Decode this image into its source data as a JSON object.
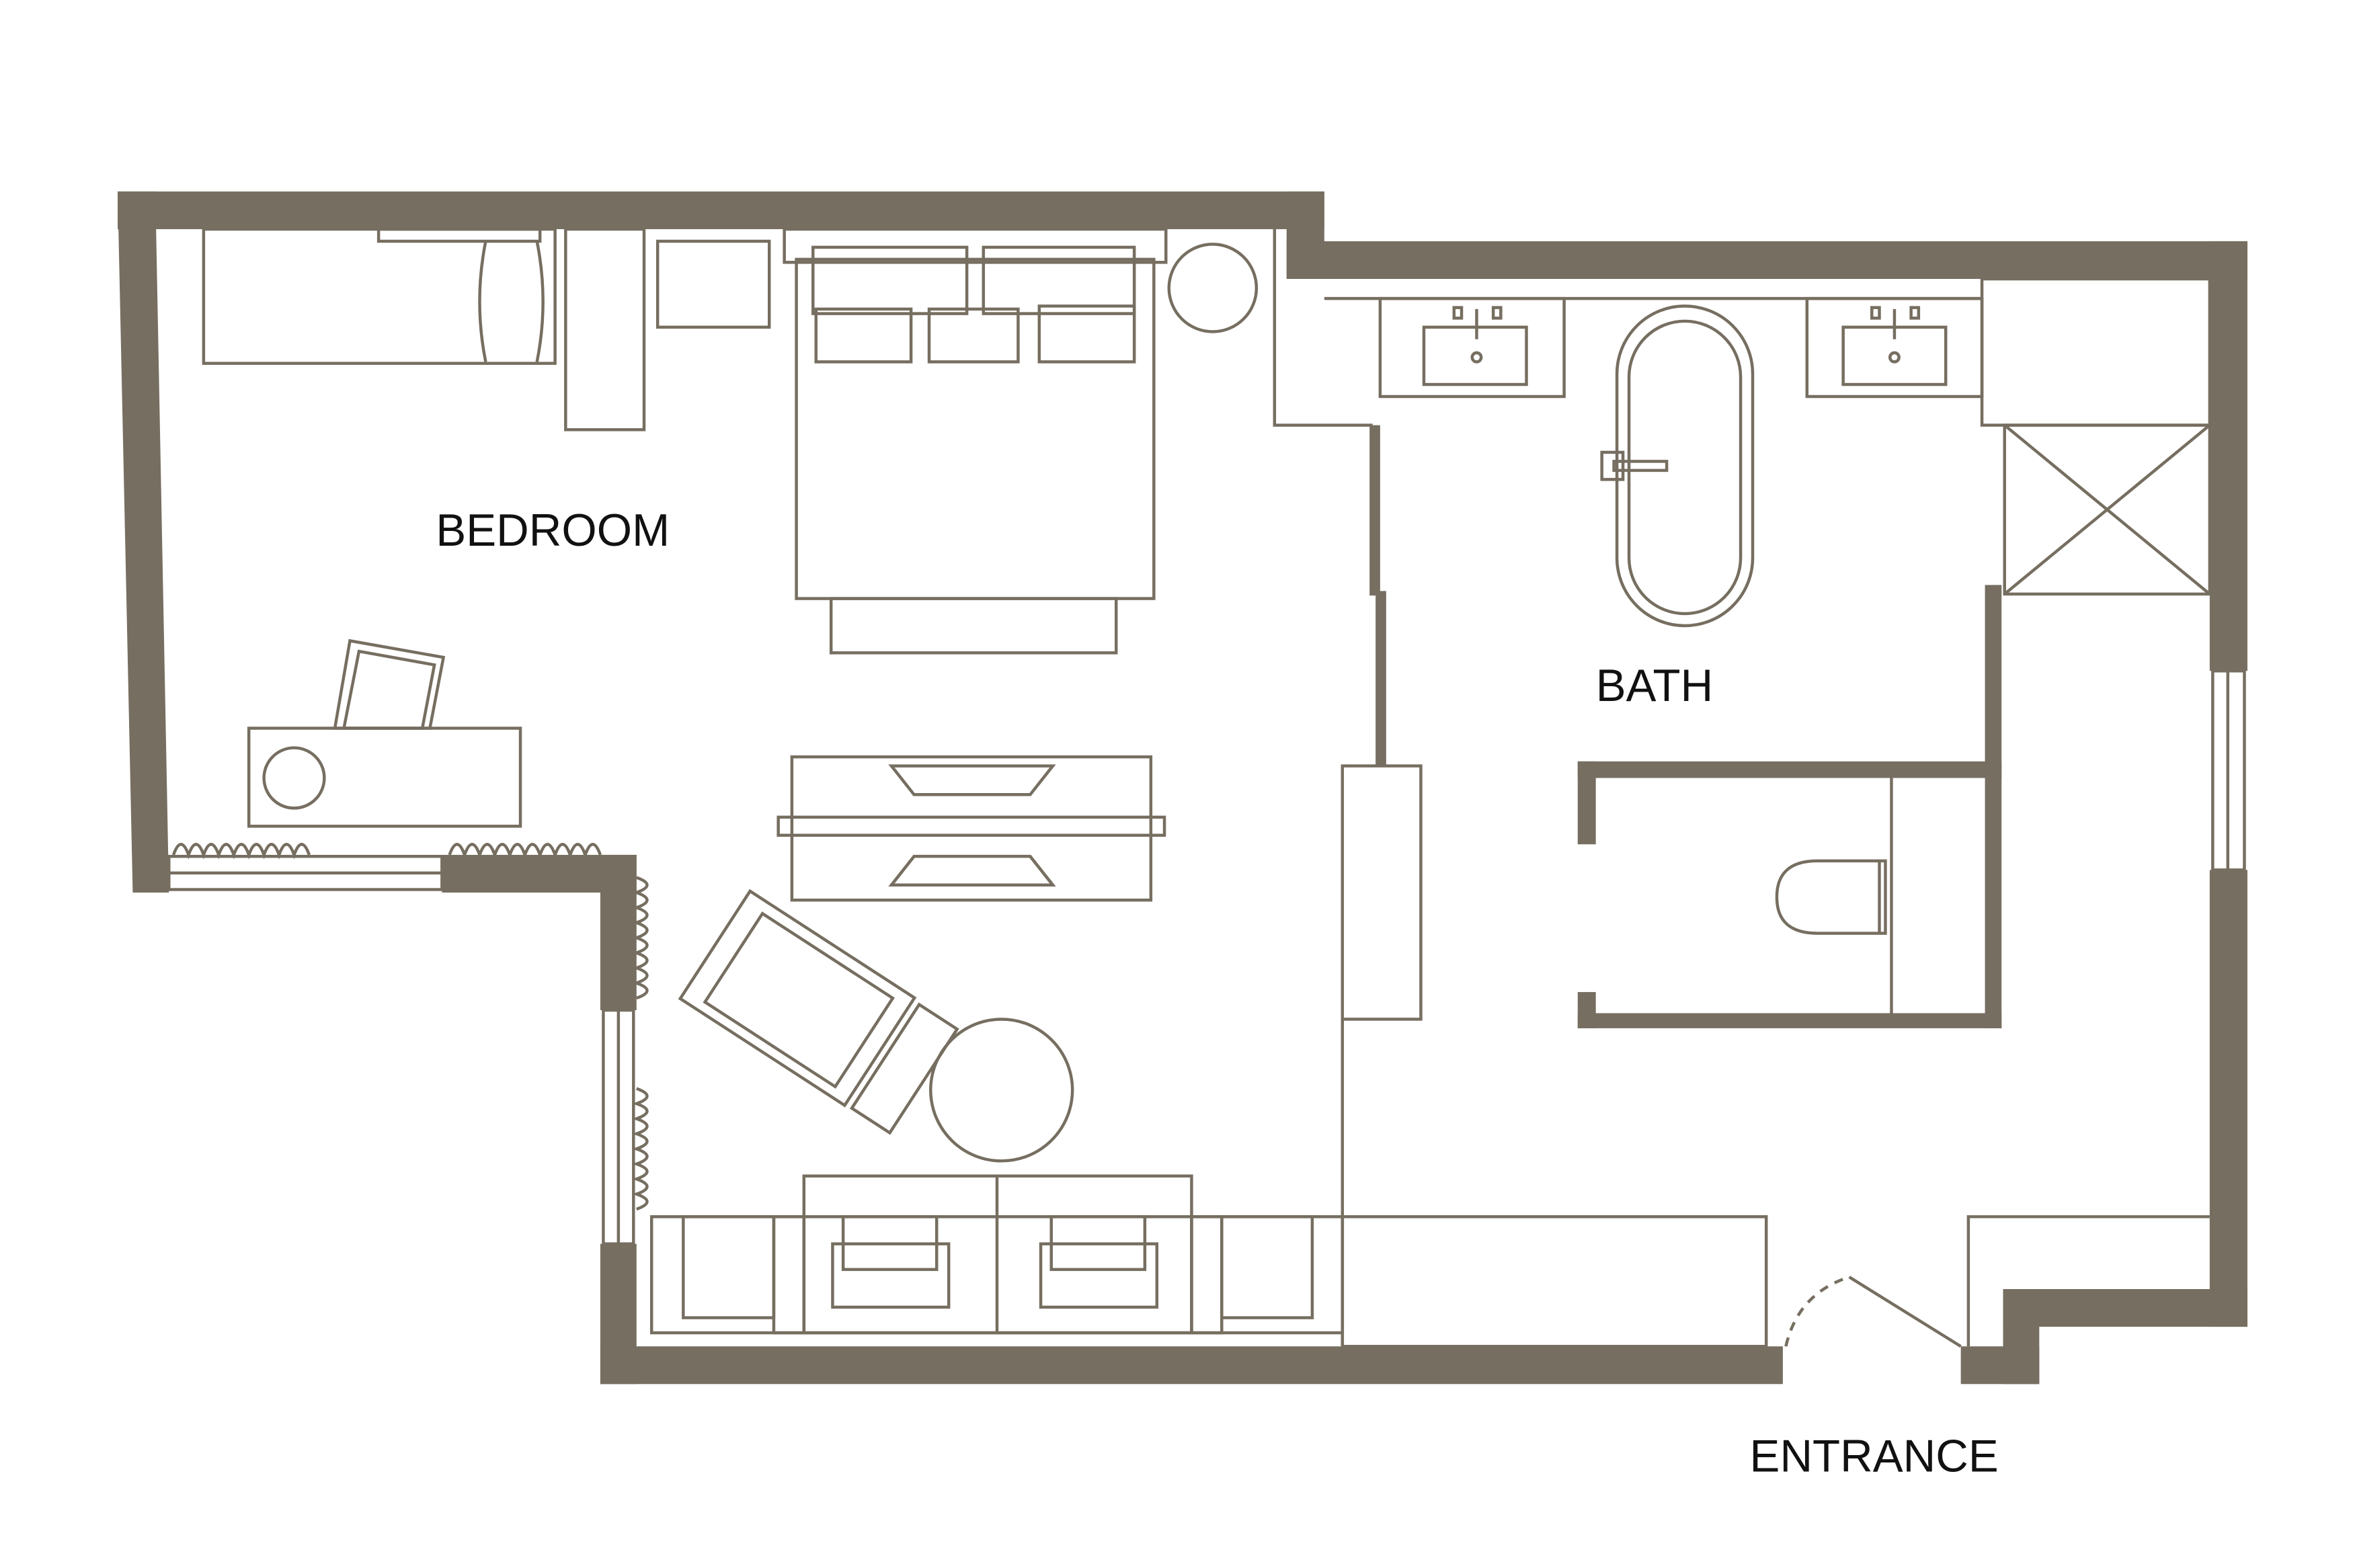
{
  "rooms": {
    "bedroom": "BEDROOM",
    "bath": "BATH",
    "entrance": "ENTRANCE"
  },
  "colors": {
    "wall": "#766e60",
    "background": "#ffffff",
    "label": "#111111"
  }
}
